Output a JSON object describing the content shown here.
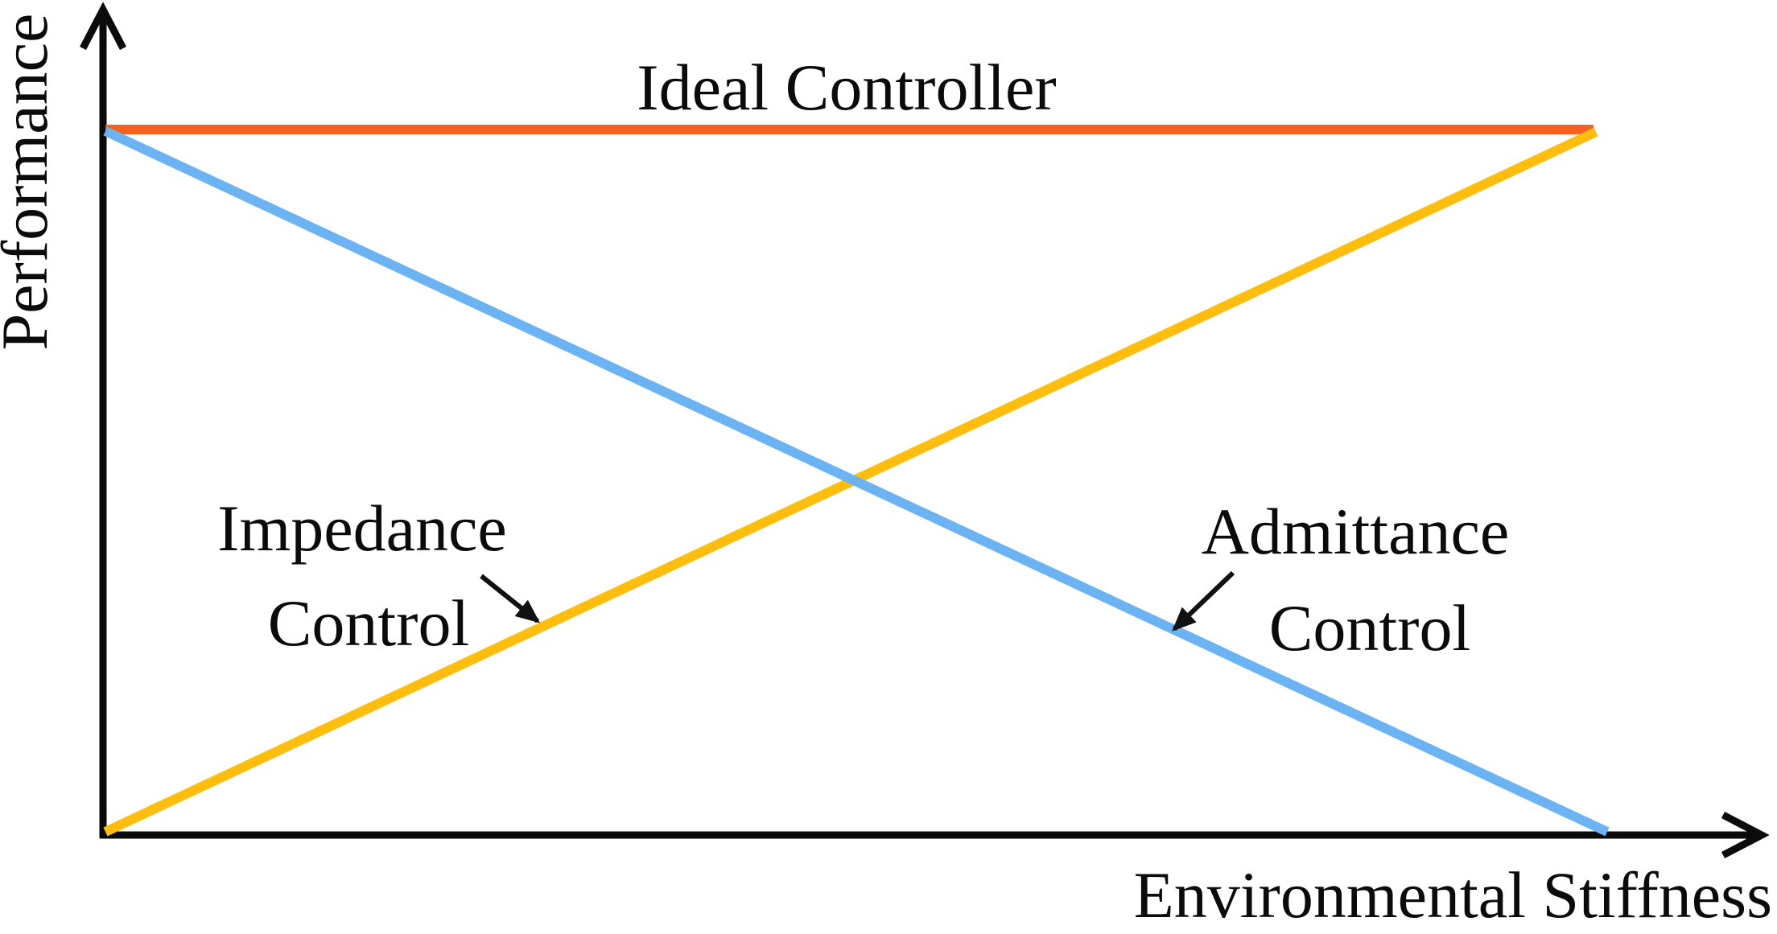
{
  "figure": {
    "ylabel": "Performance",
    "xlabel": "Environmental Stiffness"
  },
  "labels": {
    "ideal": "Ideal Controller",
    "impedance_line1": "Impedance",
    "impedance_line2": "Control",
    "admittance_line1": "Admittance",
    "admittance_line2": "Control"
  },
  "colors": {
    "ideal_line": "#F4601E",
    "impedance_line": "#FFBD0D",
    "admittance_line": "#6BB3F2",
    "axis": "#0b0b0b",
    "annotation_arrow": "#111111",
    "background": "#ffffff"
  },
  "chart_data": {
    "type": "line",
    "title": "",
    "xlabel": "Environmental Stiffness",
    "ylabel": "Performance",
    "axes": "conceptual (no ticks, no numeric scale); both axes drawn as black arrows from origin",
    "x_range": [
      0,
      1
    ],
    "y_range": [
      0,
      1
    ],
    "grid": false,
    "legend_position": "inline annotations",
    "series": [
      {
        "id": "ideal",
        "name": "Ideal Controller",
        "color": "#F4601E",
        "x": [
          0,
          1
        ],
        "y": [
          1,
          1
        ],
        "px": [
          131,
          161,
          1980,
          161
        ],
        "label_style": "text above line, centered near top"
      },
      {
        "id": "impedance",
        "name": "Impedance Control",
        "color": "#FFBD0D",
        "x": [
          0,
          1
        ],
        "y": [
          0,
          1
        ],
        "px": [
          131,
          1034,
          1983,
          164
        ],
        "label_style": "two-line text upper-left with arrow pointing down-right to line"
      },
      {
        "id": "admittance",
        "name": "Admittance Control",
        "color": "#6BB3F2",
        "x": [
          0,
          1
        ],
        "y": [
          1,
          0
        ],
        "px": [
          131,
          163,
          1997,
          1034
        ],
        "label_style": "two-line text right side with arrow pointing down-left to line"
      }
    ],
    "annotations": [
      {
        "text": "Ideal Controller",
        "target_series": "ideal",
        "arrow": false
      },
      {
        "text": "Impedance Control",
        "target_series": "impedance",
        "arrow": true,
        "arrow_direction": "down-right"
      },
      {
        "text": "Admittance Control",
        "target_series": "admittance",
        "arrow": true,
        "arrow_direction": "down-left"
      }
    ]
  }
}
